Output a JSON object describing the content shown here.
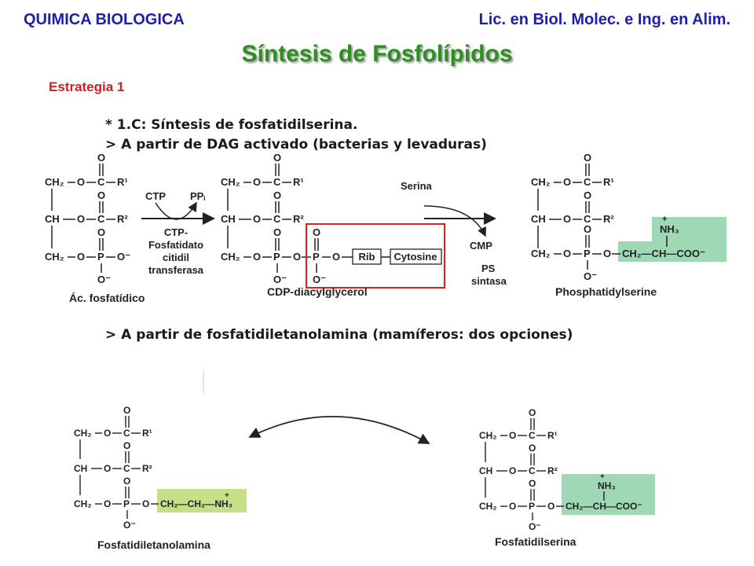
{
  "header": {
    "left": "QUIMICA BIOLOGICA",
    "right": "Lic. en Biol. Molec. e Ing. en Alim.",
    "title": "Síntesis de Fosfolípidos",
    "strategy": "Estrategia 1"
  },
  "notes": {
    "line1": "* 1.C: Síntesis de fosfatidilserina.",
    "line2": "> A partir de DAG activado (bacterias y levaduras)",
    "line3": "> A partir de fosfatidiletanolamina (mamíferos: dos opciones)"
  },
  "chem": {
    "ch2": "CH₂",
    "ch": "CH",
    "o": "O",
    "c": "C",
    "p": "P",
    "r1": "R¹",
    "r2": "R²",
    "o_minus": "O⁻",
    "o_dash": "O",
    "oo_minus": "O⁻"
  },
  "reaction1": {
    "reactant_label": "Ác. fosfatídico",
    "ctp": "CTP",
    "ppi": "PPᵢ",
    "enzyme_line1": "CTP-",
    "enzyme_line2": "Fosfatidato",
    "enzyme_line3": "citidil",
    "enzyme_line4": "transferasa",
    "product_label": "CDP-diacylglycerol",
    "rib": "Rib",
    "cytosine": "Cytosine"
  },
  "reaction2": {
    "serina": "Serina",
    "cmp": "CMP",
    "enzyme_line1": "PS",
    "enzyme_line2": "sintasa",
    "product_label": "Phosphatidylserine",
    "nh3": "NH₃",
    "plus": "+",
    "chain": "CH₂—CH—COO⁻"
  },
  "bottom": {
    "left_label": "Fosfatidiletanolamina",
    "left_chain": "CH₂—CH₂—NH₃",
    "right_label": "Fosfatidilserina",
    "right_chain": "CH₂—CH—COO⁻",
    "nh3": "NH₃",
    "plus": "+"
  },
  "colors": {
    "header": "#1f1fae",
    "title": "#2d8f1f",
    "strategy": "#d42020",
    "box_red": "#e02020",
    "green_highlight": "#9ed8b4",
    "yellow_green_highlight": "#c6e08a"
  }
}
